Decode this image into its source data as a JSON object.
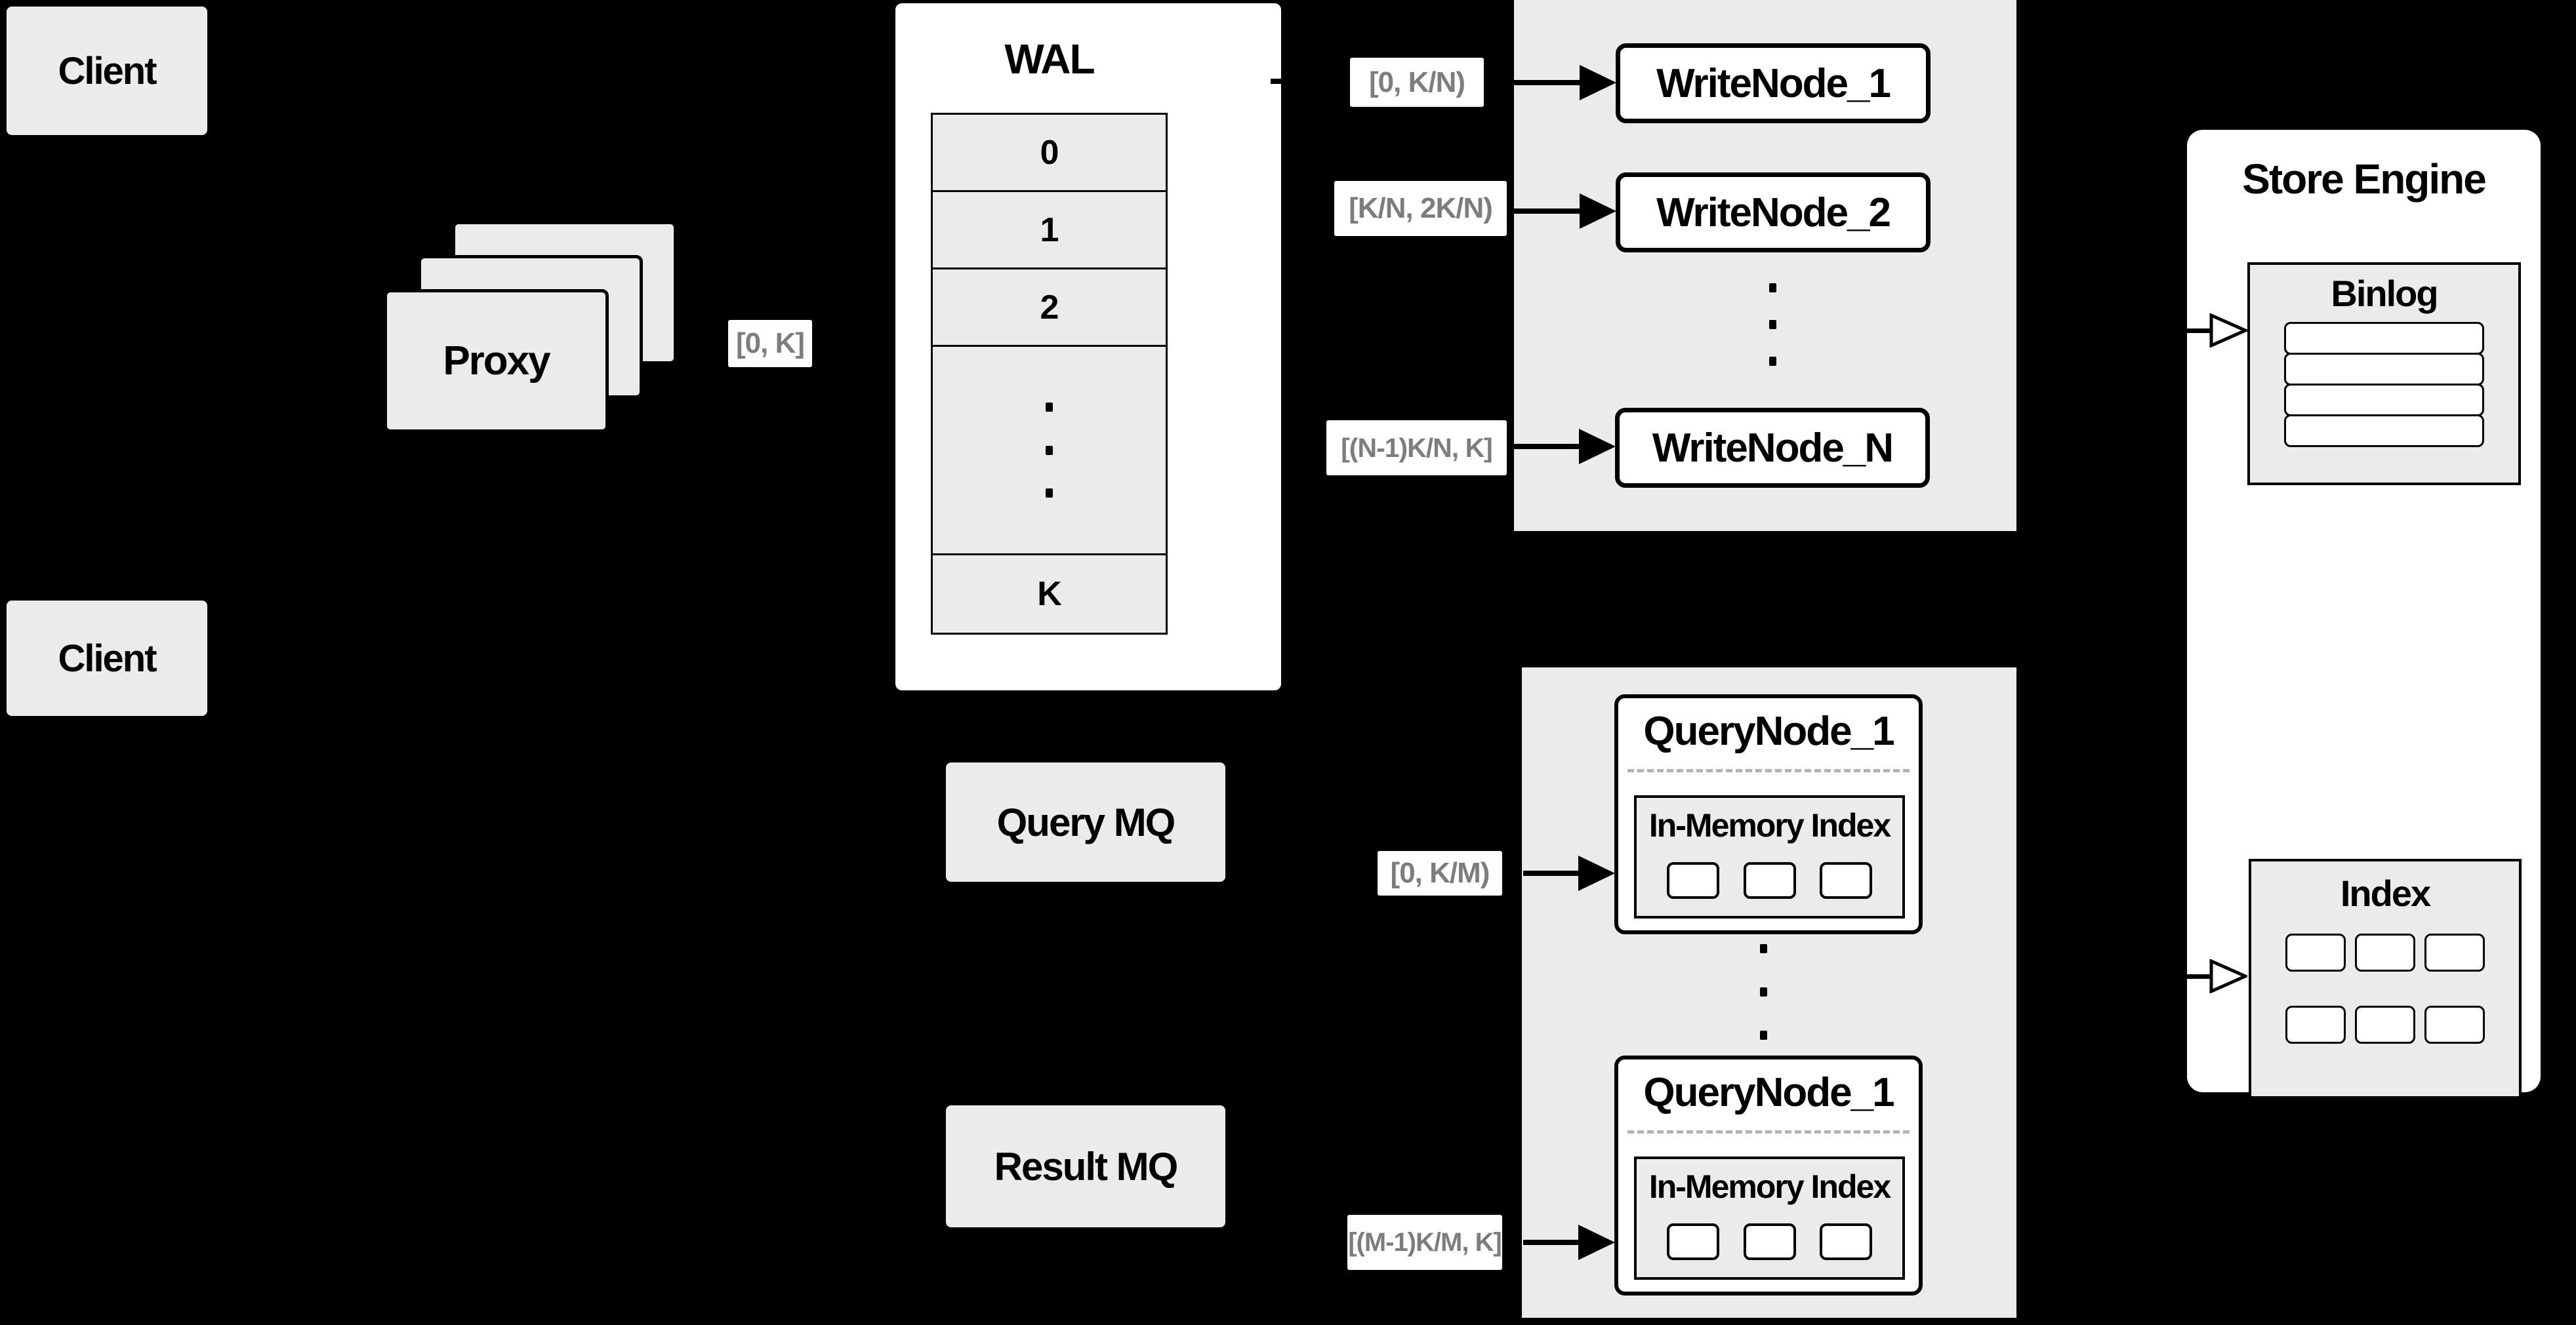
{
  "diagram_title": "Distributed vector database write/query path architecture",
  "colors": {
    "background": "#000000",
    "panel_gray": "#ebebeb",
    "box_white": "#ffffff",
    "stroke": "#000000",
    "range_label_text": "#7d7d7d"
  },
  "clients": {
    "top": "Client",
    "bottom": "Client"
  },
  "proxy": {
    "label": "Proxy"
  },
  "wal": {
    "title": "WAL",
    "rows": [
      "0",
      "1",
      "2"
    ],
    "last_row": "K",
    "ellipsis": "vertical-dots"
  },
  "range_labels": {
    "proxy_to_wal": "[0, K]",
    "to_write_node_1": "[0,  K/N)",
    "to_write_node_2": "[K/N, 2K/N)",
    "to_write_node_n": "[(N-1)K/N,  K]",
    "to_query_node_1": "[0, K/M)",
    "to_query_node_m": "[(M-1)K/M, K]"
  },
  "write_nodes": {
    "node_1": "WriteNode_1",
    "node_2": "WriteNode_2",
    "node_n": "WriteNode_N"
  },
  "query_nodes": {
    "top": {
      "title": "QueryNode_1",
      "inner_title": "In-Memory Index"
    },
    "bottom": {
      "title": "QueryNode_1",
      "inner_title": "In-Memory Index"
    }
  },
  "message_queues": {
    "query": "Query MQ",
    "result": "Result MQ"
  },
  "store_engine": {
    "title": "Store Engine",
    "binlog_title": "Binlog",
    "index_title": "Index"
  }
}
